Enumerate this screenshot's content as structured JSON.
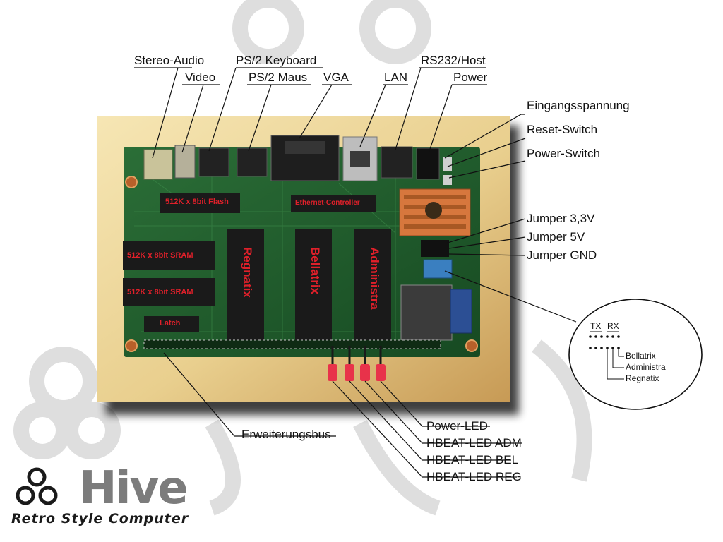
{
  "colors": {
    "pcb": "#1f5c2c",
    "pcb_dark": "#143f1e",
    "chip": "#1a1a1a",
    "chip_text": "#e0202a",
    "led": "#e8324a",
    "heatsink": "#d7773d",
    "leader": "#111111",
    "watermark": "#dcdcdc"
  },
  "labels_top": {
    "stereo_audio": "Stereo-Audio",
    "video": "Video",
    "ps2_keyboard": "PS/2 Keyboard",
    "ps2_maus": "PS/2 Maus",
    "vga": "VGA",
    "lan": "LAN",
    "rs232_host": "RS232/Host",
    "power": "Power"
  },
  "labels_right": {
    "eingangsspannung": "Eingangsspannung",
    "reset_switch": "Reset-Switch",
    "power_switch": "Power-Switch",
    "jumper_33v": "Jumper 3,3V",
    "jumper_5v": "Jumper 5V",
    "jumper_gnd": "Jumper GND"
  },
  "labels_bottom": {
    "erweiterungsbus": "Erweiterungsbus",
    "power_led": "Power-LED",
    "hbeat_adm": "HBEAT-LED ADM",
    "hbeat_bel": "HBEAT-LED BEL",
    "hbeat_reg": "HBEAT-LED REG"
  },
  "board_chips": {
    "flash": "512K x 8bit Flash",
    "sram1": "512K x 8bit SRAM",
    "sram2": "512K x 8bit SRAM",
    "latch": "Latch",
    "ethernet": "Ethernet-Controller",
    "regnatix": "Regnatix",
    "bellatrix": "Bellatrix",
    "administra": "Administra"
  },
  "inset": {
    "tx": "TX",
    "rx": "RX",
    "bellatrix": "Bellatrix",
    "administra": "Administra",
    "regnatix": "Regnatix"
  },
  "logo": {
    "wordmark": "Hive",
    "tagline": "Retro Style Computer"
  }
}
